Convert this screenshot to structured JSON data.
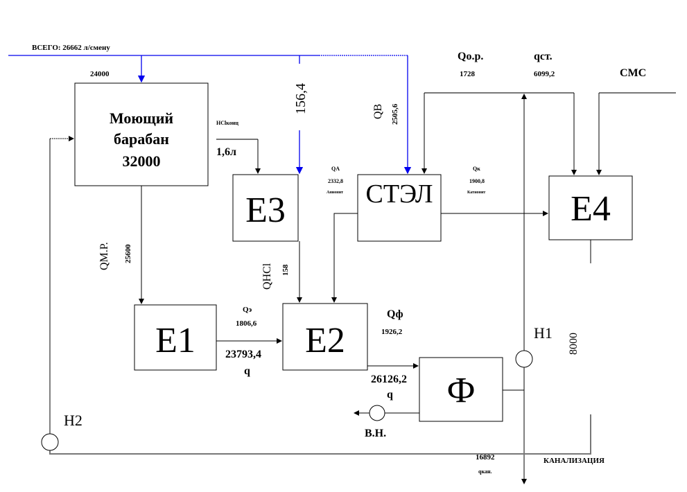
{
  "header": {
    "total_label": "ВСЕГО:  26662  л/смену"
  },
  "drum": {
    "inflow": "24000",
    "line1": "Моющий",
    "line2": "барабан",
    "line3": "32000"
  },
  "hcl": {
    "label": "HClконц",
    "value": "1,6л"
  },
  "water_e3": "156,4",
  "qb": {
    "label": "QB",
    "value": "2505,6"
  },
  "qa": {
    "label": "QА",
    "value": "2332,8",
    "sub": "Анионит"
  },
  "qor": {
    "label": "Qо.р.",
    "value": "1728"
  },
  "qst": {
    "label": "qст.",
    "value": "6099,2"
  },
  "sms": "СМС",
  "qk": {
    "label": "Qк",
    "value": "1900,8",
    "sub": "Катионит"
  },
  "tanks": {
    "e3": "Е3",
    "stel": "СТЭЛ",
    "e4": "Е4",
    "e1": "Е1",
    "e2": "Е2",
    "f": "Ф"
  },
  "qmr": {
    "label": "QМ.Р.",
    "value": "25600"
  },
  "qhcl": {
    "label": "QHCl",
    "value": "158"
  },
  "qe": {
    "label": "Qэ",
    "value": "1806,6",
    "flow": "23793,4",
    "q": "q"
  },
  "qf": {
    "label": "Qф",
    "value": "1926,2"
  },
  "e2out": {
    "flow": "26126,2",
    "q": "q"
  },
  "pumps": {
    "h1": "Н1",
    "h2": "Н2",
    "vn": "В.Н."
  },
  "e4out": "8000",
  "drain": {
    "value": "16892",
    "label": "qкан.",
    "name": "КАНАЛИЗАЦИЯ"
  }
}
